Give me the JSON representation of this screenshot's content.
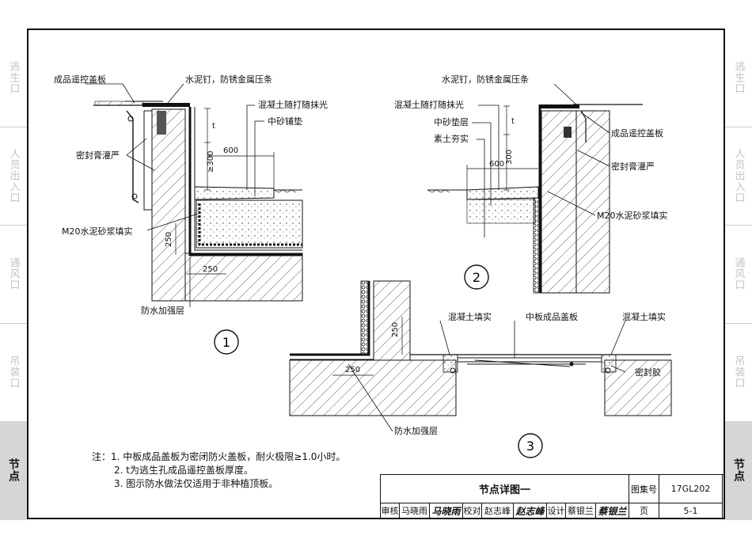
{
  "side_tabs": [
    {
      "label": "逃生口",
      "active": false
    },
    {
      "label": "人员出入口",
      "active": false
    },
    {
      "label": "通风口",
      "active": false
    },
    {
      "label": "吊装口",
      "active": false
    },
    {
      "label": "节点",
      "active": true
    }
  ],
  "labels": {
    "d1_cover": "成品遥控盖板",
    "d1_nail": "水泥钉，防锈金属压条",
    "d1_concrete": "混凝土随打随抹光",
    "d1_sand": "中砂铺垫",
    "d1_seal": "密封膏灌严",
    "d1_mortar": "M20水泥砂浆填实",
    "d1_waterproof": "防水加强层",
    "d2_nail": "水泥钉，防锈金属压条",
    "d2_concrete": "混凝土随打随抹光",
    "d2_sand": "中砂垫层",
    "d2_soil": "素土夯实",
    "d2_cover": "成品遥控盖板",
    "d2_seal": "密封膏灌严",
    "d2_mortar": "M20水泥砂浆填实",
    "d3_fill_left": "混凝土填实",
    "d3_cover": "中板成品盖板",
    "d3_fill_right": "混凝土填实",
    "d3_sealant": "密封胶",
    "d3_waterproof": "防水加强层"
  },
  "dims": {
    "d1_300": "≥300",
    "d1_600": "600",
    "d1_t": "t",
    "d1_250v": "250",
    "d1_250h": "250",
    "d2_300": "300",
    "d2_600": "600",
    "d2_t": "t",
    "d3_250v": "250",
    "d3_250h": "250"
  },
  "markers": [
    "1",
    "2",
    "3"
  ],
  "notes": {
    "prefix": "注：",
    "items": [
      "1. 中板成品盖板为密闭防火盖板，耐火极限≥1.0小时。",
      "2. t为逃生孔成品遥控盖板厚度。",
      "3. 图示防水做法仅适用于非种植顶板。"
    ]
  },
  "title_block": {
    "title": "节点详图一",
    "atlas_label": "图集号",
    "atlas_no": "17GL202",
    "review_label": "审核",
    "review_name": "马晓雨",
    "review_sig": "马晓雨",
    "check_label": "校对",
    "check_name": "赵志峰",
    "check_sig": "赵志峰",
    "design_label": "设计",
    "design_name": "蔡银兰",
    "design_sig": "蔡银兰",
    "page_label": "页",
    "page_no": "5-1"
  }
}
